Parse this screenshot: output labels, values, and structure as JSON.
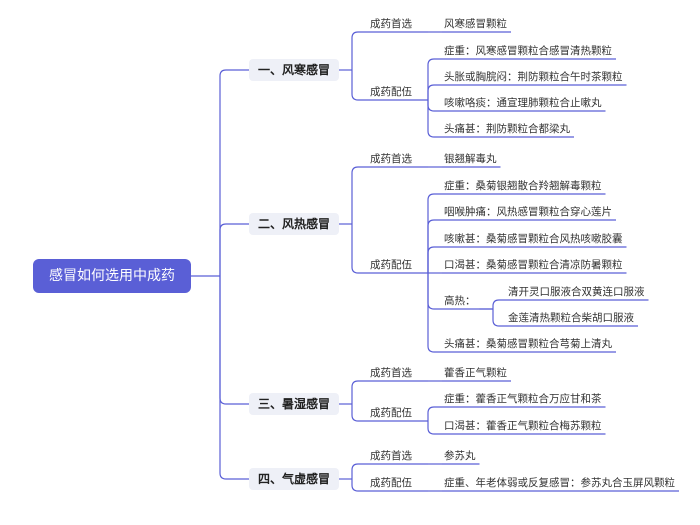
{
  "root": "感冒如何选用中成药",
  "colors": {
    "accent": "#5a5fd6",
    "line": "#5a5fd6",
    "section_bg": "#eef0f7"
  },
  "sections": [
    {
      "title": "一、风寒感冒",
      "groups": [
        {
          "label": "成药首选",
          "items": [
            {
              "text": "风寒感冒颗粒"
            }
          ]
        },
        {
          "label": "成药配伍",
          "items": [
            {
              "text": "症重：风寒感冒颗粒合感冒清热颗粒"
            },
            {
              "text": "头胀或胸脘闷：荆防颗粒合午时茶颗粒"
            },
            {
              "text": "咳嗽咯痰：通宣理肺颗粒合止嗽丸"
            },
            {
              "text": "头痛甚：荆防颗粒合都梁丸"
            }
          ]
        }
      ]
    },
    {
      "title": "二、风热感冒",
      "groups": [
        {
          "label": "成药首选",
          "items": [
            {
              "text": "银翘解毒丸"
            }
          ]
        },
        {
          "label": "成药配伍",
          "items": [
            {
              "text": "症重：桑菊银翘散合羚翘解毒颗粒"
            },
            {
              "text": "咽喉肿痛：风热感冒颗粒合穿心莲片"
            },
            {
              "text": "咳嗽甚：桑菊感冒颗粒合风热咳嗽胶囊"
            },
            {
              "text": "口渴甚：桑菊感冒颗粒合清凉防暑颗粒"
            },
            {
              "text": "高热：",
              "children": [
                "清开灵口服液合双黄连口服液",
                "金莲清热颗粒合柴胡口服液"
              ]
            },
            {
              "text": "头痛甚：桑菊感冒颗粒合芎菊上清丸"
            }
          ]
        }
      ]
    },
    {
      "title": "三、暑湿感冒",
      "groups": [
        {
          "label": "成药首选",
          "items": [
            {
              "text": "藿香正气颗粒"
            }
          ]
        },
        {
          "label": "成药配伍",
          "items": [
            {
              "text": "症重：藿香正气颗粒合万应甘和茶"
            },
            {
              "text": "口渴甚：藿香正气颗粒合梅苏颗粒"
            }
          ]
        }
      ]
    },
    {
      "title": "四、气虚感冒",
      "groups": [
        {
          "label": "成药首选",
          "items": [
            {
              "text": "参苏丸"
            }
          ]
        },
        {
          "label": "成药配伍",
          "items": [
            {
              "text": "症重、年老体弱或反复感冒：参苏丸合玉屏风颗粒"
            }
          ]
        }
      ]
    }
  ]
}
